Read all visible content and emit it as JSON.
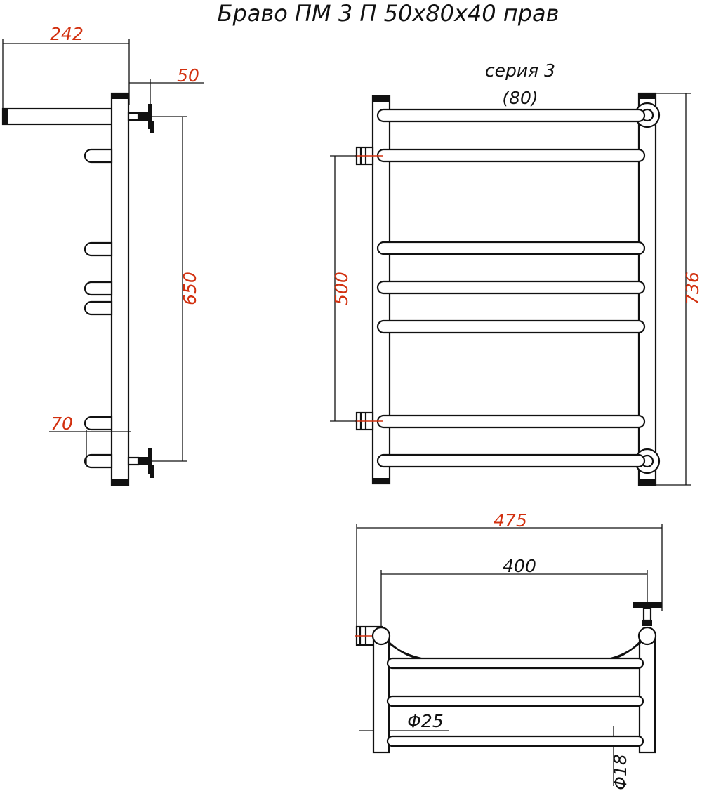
{
  "title": "Браво ПМ 3 П 50х80х40 прав",
  "series": {
    "line1": "серия 3",
    "line2": "(80)"
  },
  "dimensions": {
    "depth": "242",
    "wall_offset": "50",
    "connection_height": "650",
    "bottom_offset": "70",
    "center_distance": "500",
    "total_height": "736",
    "total_width": "475",
    "inner_width": "400",
    "vertical_diameter": "Φ25",
    "bar_diameter": "Φ18"
  },
  "colors": {
    "dimension_text": "#d2300f",
    "lines": "#111111"
  }
}
